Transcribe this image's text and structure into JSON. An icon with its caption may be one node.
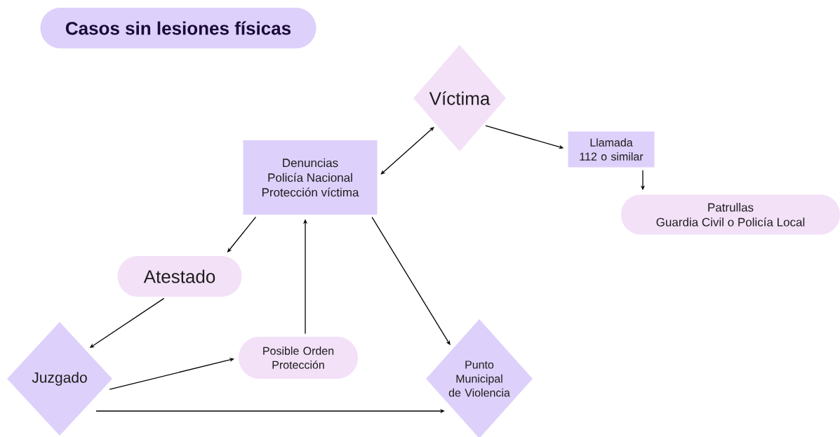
{
  "diagram": {
    "title": "Casos sin lesiones físicas",
    "nodes": [
      {
        "text": [
          "Víctima"
        ]
      },
      {
        "text": [
          "Denuncias",
          "Policía Nacional",
          "Protección víctima"
        ]
      },
      {
        "text": [
          "Llamada 112 o similar"
        ]
      },
      {
        "text": [
          "Patrullas",
          "Guardia Civil o Policía Local"
        ]
      },
      {
        "text": [
          "Atestado"
        ]
      },
      {
        "text": [
          "Juzgado"
        ]
      },
      {
        "text": [
          "Posible Orden Protección"
        ]
      },
      {
        "text": [
          "Punto Municipal de Violencia"
        ]
      }
    ],
    "edges": [
      {
        "from": 0,
        "to": 1,
        "arrow": "both"
      },
      {
        "from": 0,
        "to": 2,
        "arrow": "to"
      },
      {
        "from": 2,
        "to": 3,
        "arrow": "to"
      },
      {
        "from": 1,
        "to": 4,
        "arrow": "to"
      },
      {
        "from": 4,
        "to": 5,
        "arrow": "to"
      },
      {
        "from": 6,
        "to": 1,
        "arrow": "to"
      },
      {
        "from": 1,
        "to": 7,
        "arrow": "to"
      },
      {
        "from": 5,
        "to": 6,
        "arrow": "to"
      },
      {
        "from": 5,
        "to": 7,
        "arrow": "to"
      }
    ]
  }
}
